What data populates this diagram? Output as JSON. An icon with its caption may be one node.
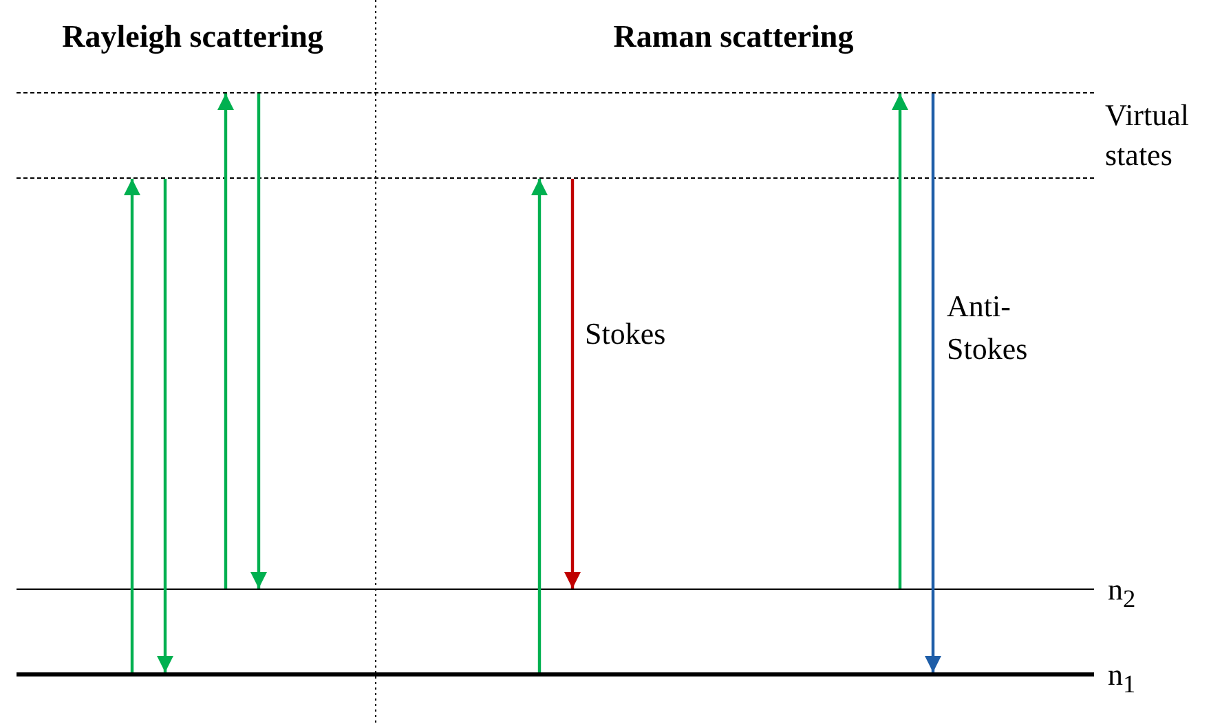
{
  "diagram": {
    "nodes": [
      {
        "text": [],
        "shape": "bar"
      },
      {
        "text": [],
        "shape": "bar"
      },
      {
        "text": [],
        "shape": "bar",
        "beside": [
          "n$_{2}$"
        ]
      },
      {
        "text": [],
        "shape": "bar",
        "beside": [
          "n$_{1}$"
        ]
      }
    ],
    "edges": [
      {
        "from": 3,
        "to": 1,
        "arrow": "to"
      },
      {
        "from": 1,
        "to": 3,
        "arrow": "to"
      },
      {
        "from": 2,
        "to": 0,
        "arrow": "to"
      },
      {
        "from": 0,
        "to": 2,
        "arrow": "to"
      },
      {
        "from": 3,
        "to": 1,
        "arrow": "to"
      },
      {
        "from": 1,
        "to": 2,
        "arrow": "to",
        "label": "Stokes",
        "color": "#c00000"
      },
      {
        "from": 2,
        "to": 0,
        "arrow": "to"
      },
      {
        "from": 0,
        "to": 3,
        "arrow": "to",
        "label": "Anti-Stokes",
        "color": "#1f5ea8"
      }
    ],
    "labels": [
      "Rayleigh scattering",
      "Raman scattering",
      "Virtual states"
    ]
  }
}
